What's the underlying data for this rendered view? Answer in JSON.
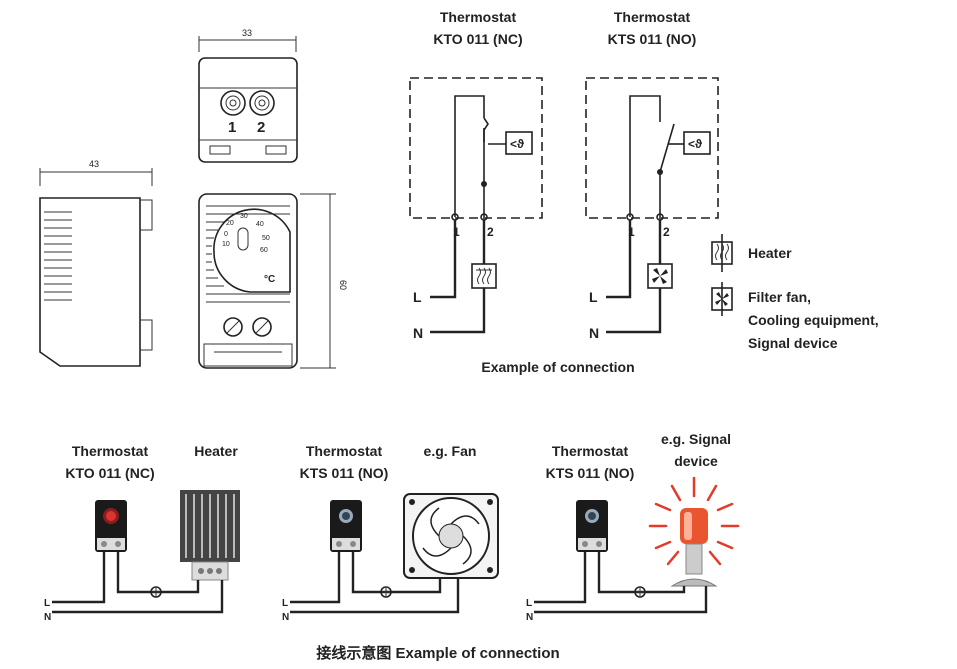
{
  "dimensions": {
    "width_top": "33",
    "width_side": "43",
    "height": "60"
  },
  "thermostat_front": {
    "scale_unit": "°C",
    "scale_values": [
      "20",
      "30",
      "40",
      "0",
      "50",
      "10",
      "60"
    ],
    "terminals": [
      "1",
      "2"
    ]
  },
  "wiring": {
    "nc": {
      "title_line1": "Thermostat",
      "title_line2": "KTO 011 (NC)"
    },
    "no": {
      "title_line1": "Thermostat",
      "title_line2": "KTS 011 (NO)"
    },
    "terminal_1": "1",
    "terminal_2": "2",
    "sensor_symbol": "<ϑ",
    "line_l": "L",
    "line_n": "N",
    "caption": "Example of connection"
  },
  "legend": {
    "heater": "Heater",
    "fan_line1": "Filter fan,",
    "fan_line2": "Cooling equipment,",
    "fan_line3": "Signal device"
  },
  "photos": {
    "p1": {
      "thermo_line1": "Thermostat",
      "thermo_line2": "KTO 011 (NC)",
      "device": "Heater"
    },
    "p2": {
      "thermo_line1": "Thermostat",
      "thermo_line2": "KTS 011 (NO)",
      "device": "e.g. Fan"
    },
    "p3": {
      "thermo_line1": "Thermostat",
      "thermo_line2": "KTS 011 (NO)",
      "device_line1": "e.g. Signal",
      "device_line2": "device"
    },
    "line_l": "L",
    "line_n": "N"
  },
  "bottom_caption": "接线示意图 Example of connection",
  "colors": {
    "beacon_red": "#e23b2a",
    "thermostat_body": "#1a1a1a",
    "heater_body": "#444444"
  }
}
